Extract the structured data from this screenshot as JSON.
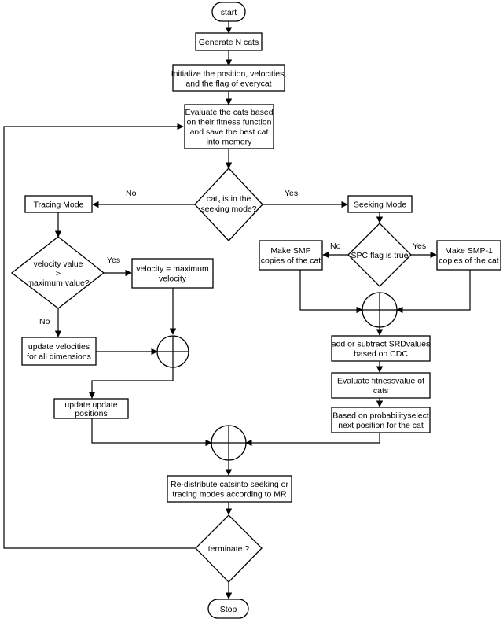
{
  "nodes": {
    "start": {
      "lines": [
        "start"
      ]
    },
    "generate": {
      "lines": [
        "Generate N cats"
      ]
    },
    "init": {
      "lines": [
        "Initialize the position, velocities,",
        "and the flag of everycat"
      ]
    },
    "evaluate": {
      "lines": [
        "Evaluate the cats based",
        "on their fitness function",
        "and save the best cat",
        "into memory"
      ]
    },
    "seeking_decision": {
      "line1_prefix": "cat",
      "line1_sub": "k",
      "line1_suffix": " is in the",
      "line2": "seeking mode?"
    },
    "tracing_mode": {
      "lines": [
        "Tracing Mode"
      ]
    },
    "seeking_mode": {
      "lines": [
        "Seeking Mode"
      ]
    },
    "velocity_decision": {
      "lines": [
        "velocity value",
        ">",
        "maximum value?"
      ]
    },
    "velocity_max": {
      "lines": [
        "velocity = maximum",
        "velocity"
      ]
    },
    "update_velocities": {
      "lines": [
        "update velocities",
        "for all dimensions"
      ]
    },
    "update_positions": {
      "lines": [
        "update update",
        "positions"
      ]
    },
    "spc_decision": {
      "lines": [
        "SPC flag is true"
      ]
    },
    "make_smp": {
      "lines": [
        "Make SMP",
        "copies of the cat"
      ]
    },
    "make_smp1": {
      "lines": [
        "Make SMP-1",
        "copies of the cat"
      ]
    },
    "add_subtract": {
      "lines": [
        "add or subtract SRDvalues",
        "based on CDC"
      ]
    },
    "eval_fitness": {
      "lines": [
        "Evaluate fitnessvalue of",
        "cats"
      ]
    },
    "select_next": {
      "lines": [
        "Based on probabilityselect",
        "next position for the cat"
      ]
    },
    "redistribute": {
      "lines": [
        "Re-distribute catsinto seeking or",
        "tracing modes according to MR"
      ]
    },
    "terminate": {
      "lines": [
        "terminate ?"
      ]
    },
    "stop": {
      "lines": [
        "Stop"
      ]
    }
  },
  "edge_labels": {
    "no_tracing": "No",
    "yes_seeking": "Yes",
    "yes_velocity": "Yes",
    "no_velocity": "No",
    "no_spc": "No",
    "yes_spc": "Yes"
  }
}
